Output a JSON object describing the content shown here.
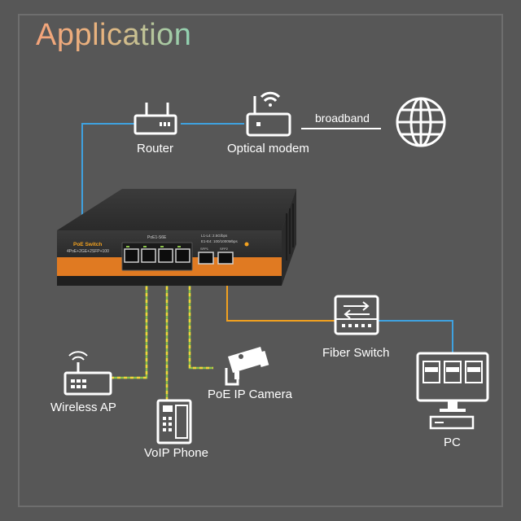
{
  "title": "Application",
  "labels": {
    "router": "Router",
    "optical_modem": "Optical modem",
    "broadband": "broadband",
    "fiber_switch": "Fiber Switch",
    "wireless_ap": "Wireless AP",
    "voip_phone": "VoIP Phone",
    "poe_camera": "PoE IP Camera",
    "pc": "PC"
  },
  "switch": {
    "brand": "PoE Switch",
    "model": "4PoE+2GE+2SFP+100",
    "poe_group": "PoE1-S6E",
    "led_legend_1": "L1-L4: 2.5G/bps",
    "led_legend_2": "E1-E4: 100/1000Mbps",
    "sfp1": "SFP1",
    "sfp2": "SFP2"
  },
  "colors": {
    "background": "#575757",
    "title_start": "#f4a37a",
    "title_end": "#8fd2b2",
    "link_blue": "#3fa2e0",
    "link_orange": "#f2a11f",
    "link_green": "#8bc34a",
    "link_yellow_dash": "#f3d23a",
    "switch_orange": "#e07a22"
  }
}
